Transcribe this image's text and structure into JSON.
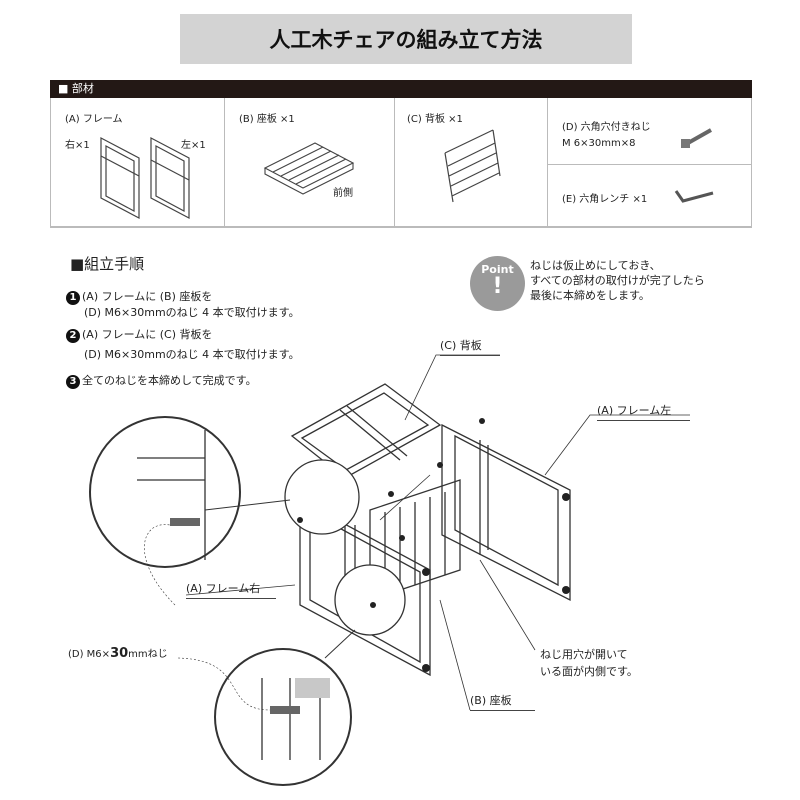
{
  "title": "人工木チェアの組み立て方法",
  "parts": {
    "header": "■ 部材",
    "a": {
      "label": "(A) フレーム",
      "right": "右×1",
      "left": "左×1"
    },
    "b": {
      "label": "(B) 座板 ×1",
      "front": "前側"
    },
    "c": {
      "label": "(C) 背板 ×1"
    },
    "d": {
      "label": "(D) 六角穴付きねじ",
      "spec": "M 6×30mm×8"
    },
    "e": {
      "label": "(E) 六角レンチ ×1"
    }
  },
  "assembly": {
    "heading": "■組立手順",
    "steps": [
      {
        "num": "1",
        "line1": "(A) フレームに (B) 座板を",
        "line2": "(D) M6×30mmのねじ 4 本で取付けます。"
      },
      {
        "num": "2",
        "line1": "(A) フレームに (C) 背板を",
        "line2": "(D) M6×30mmのねじ 4 本で取付けます。"
      },
      {
        "num": "3",
        "line1": "全てのねじを本締めして完成です。"
      }
    ],
    "point": {
      "badge": "Point",
      "lines": [
        "ねじは仮止めにしておき、",
        "すべての部材の取付けが完了したら",
        "最後に本締めをします。"
      ]
    }
  },
  "diagram": {
    "back": "(C) 背板",
    "frame_left": "(A) フレーム左",
    "frame_right": "(A) フレーム右",
    "screw_prefix": "(D) M6×",
    "screw_bold": "30",
    "screw_suffix": "mmねじ",
    "hole_note1": "ねじ用穴が開いて",
    "hole_note2": "いる面が内側です。",
    "seat": "(B) 座板"
  }
}
